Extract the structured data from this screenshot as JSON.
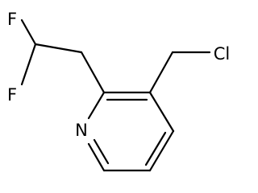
{
  "diagram": {
    "type": "chemical-structure",
    "atoms": {
      "fluorine_upper": "F",
      "fluorine_lower": "F",
      "chlorine": "Cl",
      "nitrogen": "N"
    },
    "colors": {
      "bond": "#000000",
      "label": "#000000",
      "background": "#ffffff"
    }
  }
}
